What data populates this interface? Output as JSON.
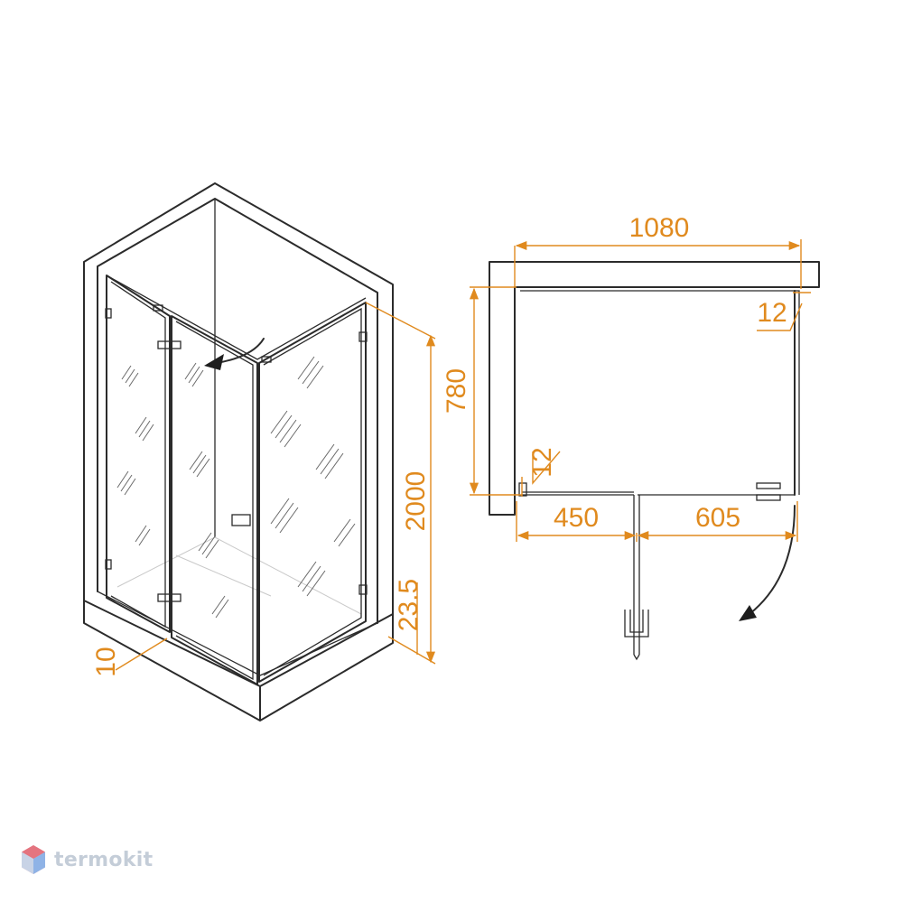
{
  "dimensions": {
    "height": "2000",
    "base_height": "23.5",
    "profile_gap": "10",
    "total_width": "1080",
    "depth": "780",
    "wall_gap_top": "12",
    "wall_gap_side": "12",
    "fixed_panel": "450",
    "door_panel": "605"
  },
  "brand": {
    "name": "termokit"
  },
  "colors": {
    "dimension": "#e08a1e",
    "line": "#2b2b2b",
    "logo": "#c4cdd8"
  },
  "icons": [
    "swing-arrow-icon",
    "brand-logo-icon"
  ]
}
